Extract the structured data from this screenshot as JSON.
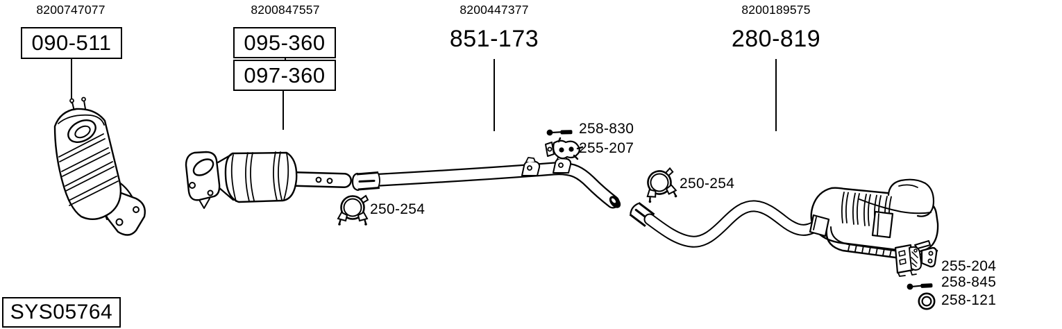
{
  "diagram": {
    "title_groups": [
      {
        "oe_number": "8200747077",
        "codes": [
          "090-511"
        ]
      },
      {
        "oe_number": "8200847557",
        "codes": [
          "095-360",
          "097-360"
        ]
      },
      {
        "oe_number": "8200447377",
        "codes": [
          "851-173"
        ]
      },
      {
        "oe_number": "8200189575",
        "codes": [
          "280-819"
        ]
      }
    ],
    "fasteners": [
      {
        "code": "258-830",
        "icon": "bolt-icon"
      },
      {
        "code": "255-207",
        "icon": "rubber-mount-icon"
      },
      {
        "code": "250-254",
        "icon": "clamp-icon"
      },
      {
        "code": "250-254",
        "icon": "clamp-icon"
      },
      {
        "code": "255-204",
        "icon": "hanger-bracket-icon"
      },
      {
        "code": "258-845",
        "icon": "bolt-icon"
      },
      {
        "code": "258-121",
        "icon": "gasket-ring-icon"
      }
    ],
    "system_code": "SYS05764",
    "colors": {
      "ink": "#000000",
      "background": "#ffffff"
    }
  }
}
